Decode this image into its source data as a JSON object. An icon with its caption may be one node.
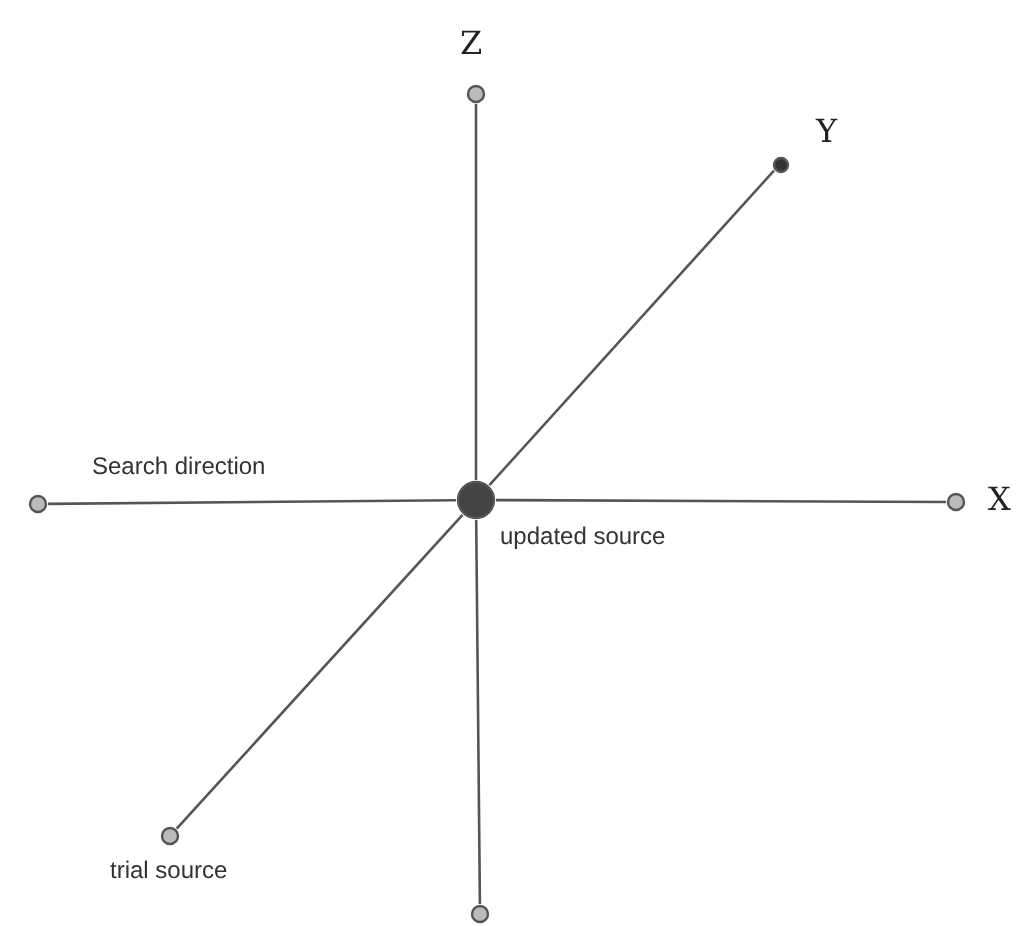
{
  "diagram": {
    "nodes": [
      {
        "text": [],
        "shape": "circle",
        "beside": [
          "Z"
        ]
      },
      {
        "text": [],
        "shape": "circle",
        "beside": [
          "Y"
        ]
      },
      {
        "text": [],
        "shape": "circle"
      },
      {
        "text": [],
        "shape": "circle",
        "beside": [
          "updated source"
        ]
      },
      {
        "text": [],
        "shape": "circle",
        "beside": [
          "X"
        ]
      },
      {
        "text": [],
        "shape": "circle",
        "beside": [
          "trial source"
        ]
      },
      {
        "text": [],
        "shape": "circle"
      }
    ],
    "edges": [
      {
        "from": 3,
        "to": 0,
        "arrow": "none"
      },
      {
        "from": 3,
        "to": 1,
        "arrow": "none"
      },
      {
        "from": 3,
        "to": 2,
        "arrow": "none",
        "label": "Search direction"
      },
      {
        "from": 3,
        "to": 4,
        "arrow": "none"
      },
      {
        "from": 3,
        "to": 5,
        "arrow": "none"
      },
      {
        "from": 3,
        "to": 6,
        "arrow": "none"
      }
    ]
  }
}
